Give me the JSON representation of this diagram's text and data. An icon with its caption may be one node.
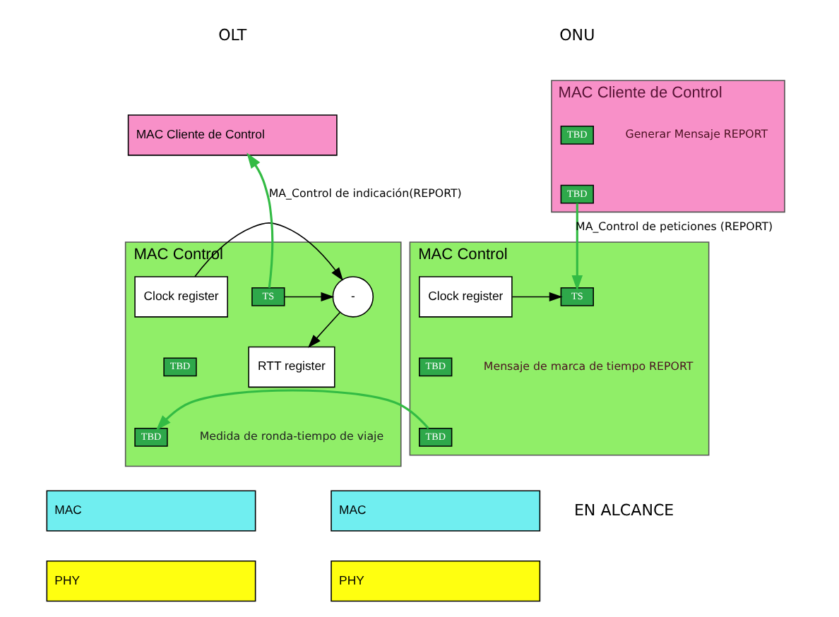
{
  "diagram": {
    "nodes": [
      {
        "text": [
          "MAC Cliente de Control"
        ]
      },
      {
        "text": [
          "MAC Control"
        ]
      },
      {
        "text": [
          "Clock register"
        ],
        "in": 1
      },
      {
        "text": [
          "-"
        ],
        "in": 1
      },
      {
        "text": [
          "RTT register"
        ],
        "in": 1
      },
      {
        "text": [
          "TS"
        ],
        "in": 1
      },
      {
        "text": [
          "TBD"
        ],
        "in": 1
      },
      {
        "text": [
          "TBD"
        ],
        "in": 1
      },
      {
        "text": [
          "MAC"
        ]
      },
      {
        "text": [
          "PHY"
        ]
      },
      {
        "text": [
          "MAC Cliente de Control"
        ]
      },
      {
        "text": [
          "TBD"
        ],
        "in": 10,
        "beside": [
          "Generar Mensaje REPORT"
        ]
      },
      {
        "text": [
          "TBD"
        ],
        "in": 10
      },
      {
        "text": [
          "MAC Control"
        ]
      },
      {
        "text": [
          "TS"
        ],
        "in": 13
      },
      {
        "text": [
          "TBD"
        ],
        "in": 13,
        "beside": [
          "Mensaje de marca de tiempo REPORT"
        ]
      },
      {
        "text": [
          "TBD"
        ],
        "in": 13
      },
      {
        "text": [
          "Clock register"
        ],
        "in": 13
      },
      {
        "text": [
          "MAC"
        ]
      },
      {
        "text": [
          "PHY"
        ]
      }
    ],
    "edges": [
      {
        "from": 2,
        "to": 3,
        "arrow": "to"
      },
      {
        "from": 5,
        "to": 3,
        "arrow": "to"
      },
      {
        "from": 3,
        "to": 4,
        "arrow": "to"
      },
      {
        "from": 5,
        "to": 0,
        "arrow": "to",
        "label": "MA_Control de indicación(REPORT)",
        "color": "#33bb44"
      },
      {
        "from": 12,
        "to": 14,
        "arrow": "to",
        "label": "MA_Control de peticiones (REPORT)",
        "color": "#33bb44"
      },
      {
        "from": 17,
        "to": 14,
        "arrow": "to"
      },
      {
        "from": 16,
        "to": 7,
        "arrow": "to",
        "color": "#33bb44"
      }
    ],
    "labels": [
      "OLT",
      "ONU",
      "Medida de ronda-tiempo de viaje",
      "EN ALCANCE"
    ]
  }
}
